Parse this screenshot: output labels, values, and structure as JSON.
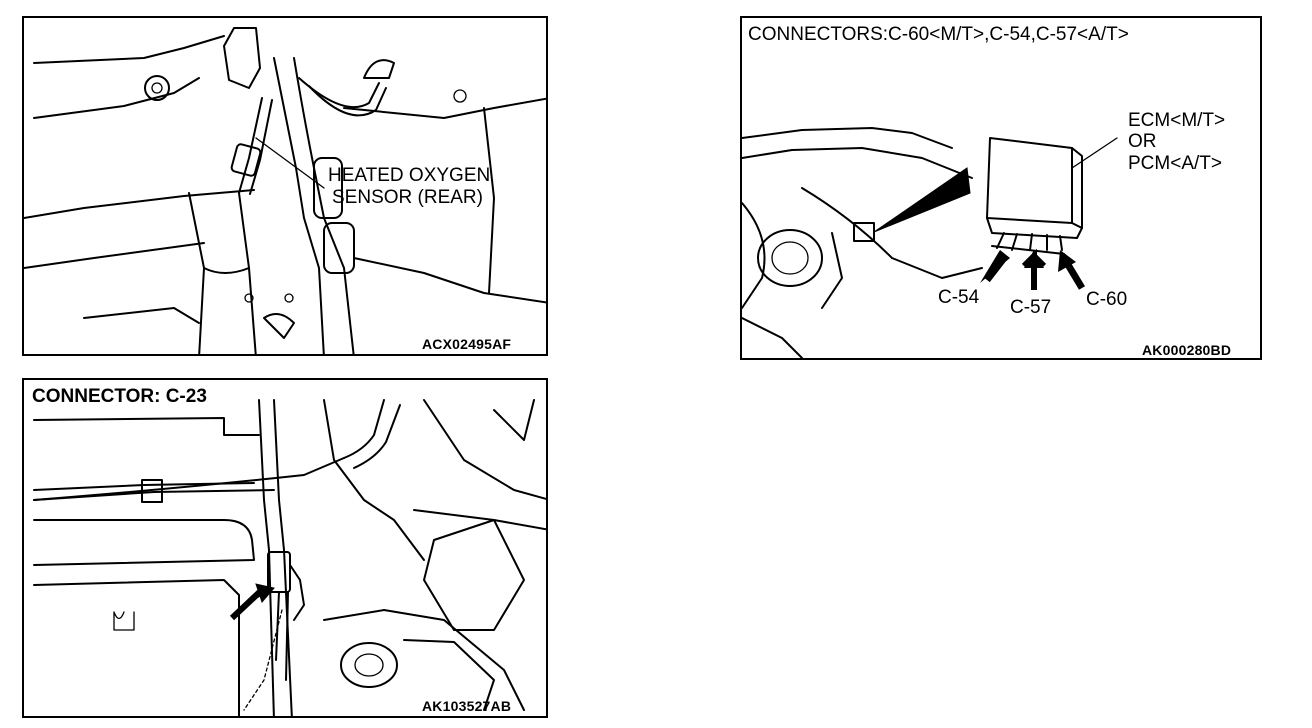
{
  "panels": {
    "sensor": {
      "callout_line1": "HEATED OXYGEN",
      "callout_line2": "SENSOR (REAR)",
      "code": "ACX02495AF"
    },
    "connector_c23": {
      "title": "CONNECTOR: C-23",
      "code": "AK103527AB"
    },
    "ecm_connectors": {
      "title": "CONNECTORS:C-60<M/T>,C-54,C-57<A/T>",
      "unit_line1": "ECM<M/T>",
      "unit_line2": "OR",
      "unit_line3": "PCM<A/T>",
      "connector_labels": [
        "C-54",
        "C-57",
        "C-60"
      ],
      "code": "AK000280BD"
    }
  }
}
